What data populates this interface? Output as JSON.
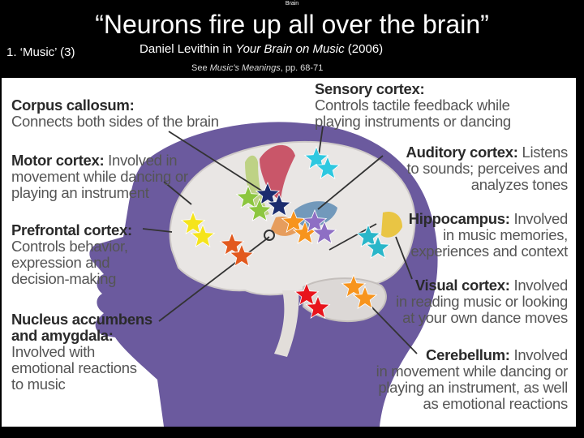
{
  "header": {
    "small_title": "Brain",
    "title": "“Neurons fire up all over the brain”",
    "music_label": "1. ‘Music’ (3)",
    "credit_author": "Daniel Levithin in ",
    "credit_book": "Your Brain on Music",
    "credit_year": " (2006)",
    "see_prefix": "See ",
    "see_book": "Music's Meanings",
    "see_pages": ", pp. 68-71"
  },
  "labels": {
    "corpus": {
      "name": "Corpus callosum:",
      "desc": "Connects both sides of the brain"
    },
    "motor": {
      "name": "Motor cortex:",
      "desc1": " Involved in",
      "desc2": "movement while dancing or",
      "desc3": "playing an instrument"
    },
    "prefrontal": {
      "name": "Prefrontal cortex:",
      "desc1": "Controls behavior,",
      "desc2": "expression and",
      "desc3": "decision-making"
    },
    "nucleus": {
      "name1": "Nucleus accumbens",
      "name2": "and amygdala:",
      "desc1": "Involved with",
      "desc2": "emotional reactions",
      "desc3": "to music"
    },
    "sensory": {
      "name": "Sensory cortex:",
      "desc1": "Controls tactile feedback while",
      "desc2": "playing instruments or dancing"
    },
    "auditory": {
      "name": "Auditory cortex:",
      "desc1": " Listens",
      "desc2": "to sounds; perceives and",
      "desc3": "analyzes tones"
    },
    "hippocampus": {
      "name": "Hippocampus:",
      "desc1": " Involved",
      "desc2": "in music memories,",
      "desc3": "experiences and context"
    },
    "visual": {
      "name": "Visual cortex:",
      "desc1": " Involved",
      "desc2": "in reading music or looking",
      "desc3": "at your own dance moves"
    },
    "cerebellum": {
      "name": "Cerebellum:",
      "desc1": " Involved",
      "desc2": "in movement while dancing or",
      "desc3": "playing an instrument, as well",
      "desc4": "as emotional reactions"
    }
  },
  "colors": {
    "head": "#6b5a9e",
    "brain": "#e9e6e4",
    "star_cyan": "#2ec8e0",
    "star_navy": "#1b2c6e",
    "star_green": "#8cc63f",
    "star_yellow": "#f5e41c",
    "star_orange": "#f7941d",
    "star_rust": "#e2591e",
    "star_purple": "#8e6fc4",
    "star_teal": "#29b6c9",
    "star_red": "#e8141c"
  }
}
